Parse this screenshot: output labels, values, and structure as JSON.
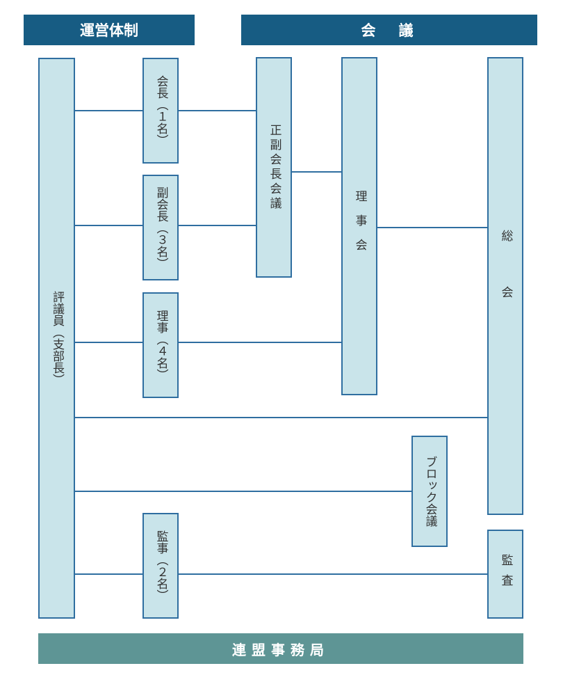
{
  "headers": {
    "left": "運営体制",
    "right": "会　議"
  },
  "boxes": {
    "councilor": "評議員（支部長）",
    "chair": "会長（１名）",
    "vice_chair": "副会長（３名）",
    "director": "理事（４名）",
    "auditor": "監事（２名）",
    "chair_vice_meeting": "正副会長会議",
    "board": "理事会",
    "general_assembly": "総会",
    "block_meeting": "ブロック会議",
    "audit": "監査"
  },
  "footer": {
    "label": "連盟事務局"
  },
  "colors": {
    "header_bg": "#175c83",
    "box_fill": "#c9e4ea",
    "box_border": "#2f6ea0",
    "footer_bg": "#5e9595"
  }
}
